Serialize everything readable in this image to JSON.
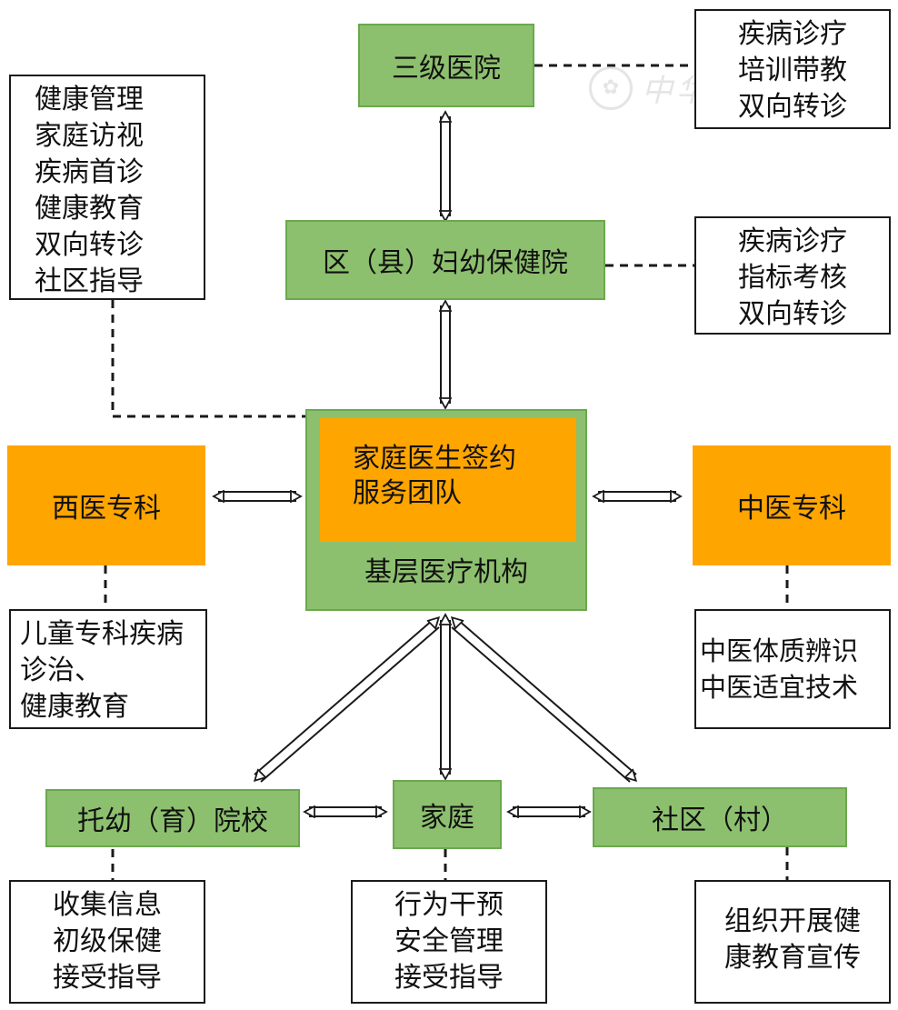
{
  "colors": {
    "green": "#8dc06e",
    "green_border": "#6aa84f",
    "orange": "#ffa500",
    "line": "#1a1a1a"
  },
  "nodes": {
    "tertiary_hospital": "三级医院",
    "district_mch": "区（县）妇幼保健院",
    "primary_care": "基层医疗机构",
    "family_doctor_team": [
      "家庭医生签约",
      "服务团队"
    ],
    "western_specialty": "西医专科",
    "tcm_specialty": "中医专科",
    "nursery_school": "托幼（育）院校",
    "family": "家庭",
    "community": "社区（村）"
  },
  "notes": {
    "tertiary": [
      "疾病诊疗",
      "培训带教",
      "双向转诊"
    ],
    "district": [
      "疾病诊疗",
      "指标考核",
      "双向转诊"
    ],
    "primary": [
      "健康管理",
      "家庭访视",
      "疾病首诊",
      "健康教育",
      "双向转诊",
      "社区指导"
    ],
    "western": [
      "儿童专科疾病",
      "诊治、",
      "健康教育"
    ],
    "tcm": [
      "中医体质辨识",
      "中医适宜技术"
    ],
    "nursery": [
      "收集信息",
      "初级保健",
      "接受指导"
    ],
    "family": [
      "行为干预",
      "安全管理",
      "接受指导"
    ],
    "community": [
      "组织开展健",
      "康教育宣传"
    ]
  },
  "watermark": {
    "seal_icon": "seal-icon",
    "text": "中华医学会"
  }
}
